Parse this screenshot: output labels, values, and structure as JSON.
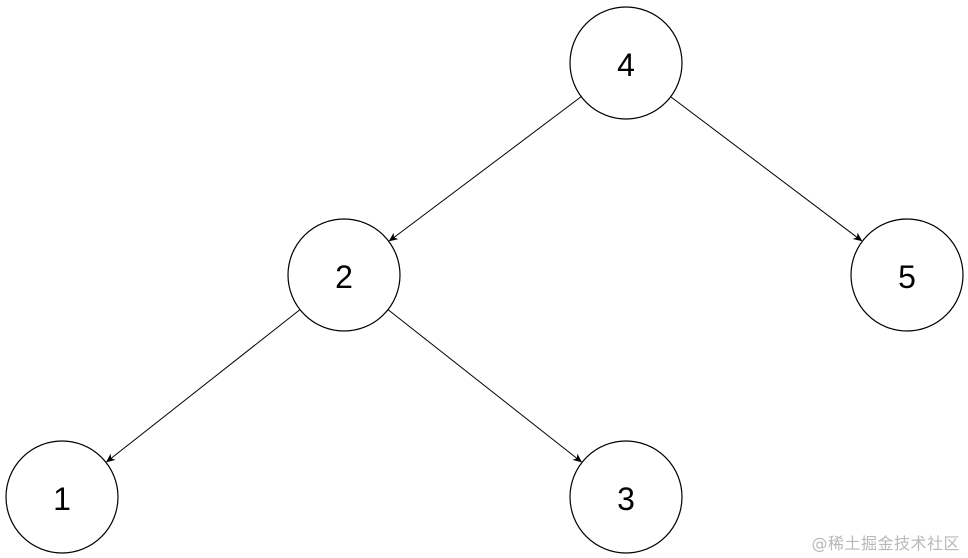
{
  "tree": {
    "nodes": [
      {
        "id": "n4",
        "label": "4"
      },
      {
        "id": "n2",
        "label": "2"
      },
      {
        "id": "n5",
        "label": "5"
      },
      {
        "id": "n1",
        "label": "1"
      },
      {
        "id": "n3",
        "label": "3"
      }
    ],
    "edges": [
      {
        "from": "n4",
        "to": "n2"
      },
      {
        "from": "n4",
        "to": "n5"
      },
      {
        "from": "n2",
        "to": "n1"
      },
      {
        "from": "n2",
        "to": "n3"
      }
    ]
  },
  "watermark": "@稀土掘金技术社区"
}
